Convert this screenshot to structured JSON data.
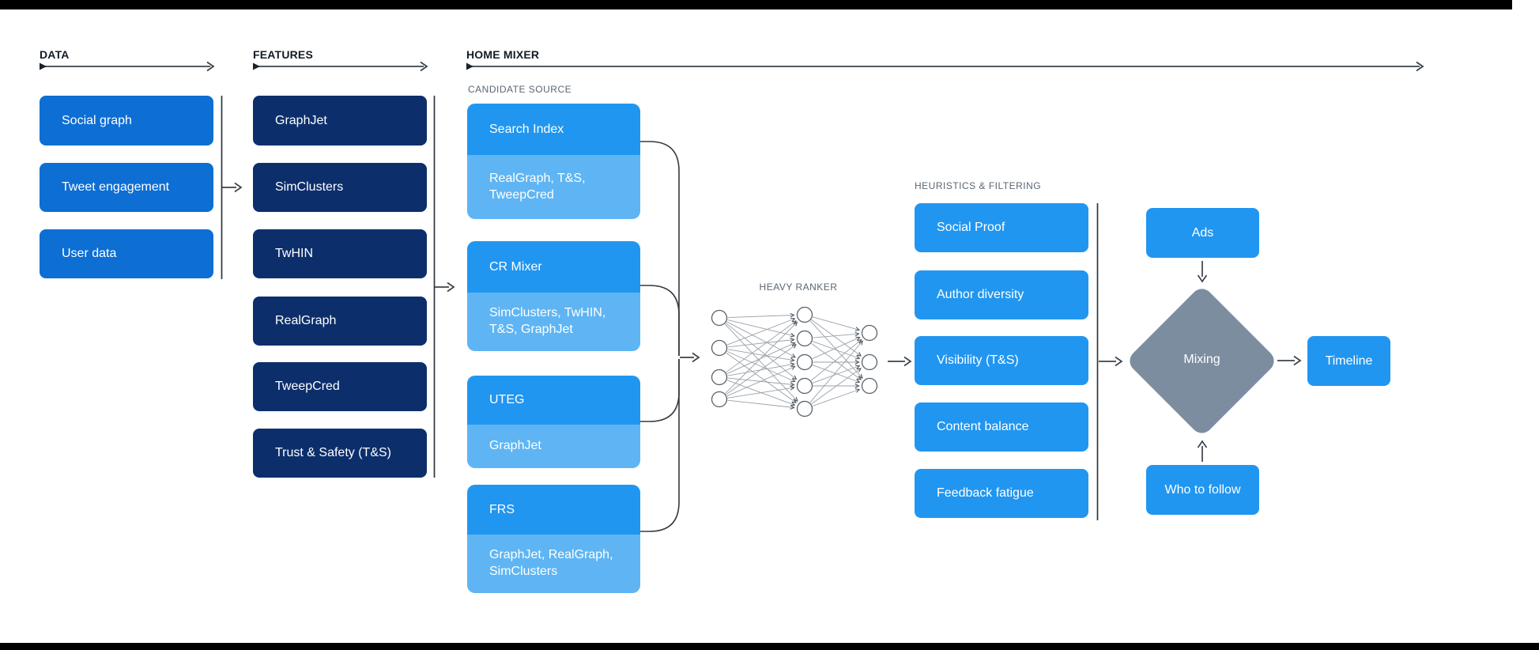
{
  "palette": {
    "banner": "#000000",
    "data_box": "#0d6ed3",
    "feature_box": "#0c2f6c",
    "cand_header": "#2196f0",
    "cand_sub": "#5fb5f3",
    "filter_box": "#2196f0",
    "right_box": "#2196f0",
    "diamond": "#7d8da0",
    "header_text": "#131c26",
    "sublabel_text": "#5a6673",
    "connector": "#3b424a"
  },
  "headers": {
    "data": "DATA",
    "features": "FEATURES",
    "home_mixer": "HOME MIXER"
  },
  "data_column": {
    "items": [
      "Social graph",
      "Tweet engagement",
      "User data"
    ]
  },
  "features_column": {
    "items": [
      "GraphJet",
      "SimClusters",
      "TwHIN",
      "RealGraph",
      "TweepCred",
      "Trust & Safety (T&S)"
    ]
  },
  "candidate_source": {
    "label": "CANDIDATE SOURCE",
    "items": [
      {
        "name": "Search Index",
        "sources": "RealGraph, T&S, TweepCred"
      },
      {
        "name": "CR Mixer",
        "sources": "SimClusters, TwHIN, T&S, GraphJet"
      },
      {
        "name": "UTEG",
        "sources": "GraphJet"
      },
      {
        "name": "FRS",
        "sources": "GraphJet, RealGraph, SimClusters"
      }
    ]
  },
  "heavy_ranker": {
    "label": "HEAVY RANKER"
  },
  "heuristics": {
    "label": "HEURISTICS & FILTERING",
    "items": [
      "Social Proof",
      "Author diversity",
      "Visibility (T&S)",
      "Content balance",
      "Feedback fatigue"
    ]
  },
  "output_stage": {
    "ads": "Ads",
    "mixing": "Mixing",
    "who_to_follow": "Who to follow",
    "timeline": "Timeline"
  }
}
